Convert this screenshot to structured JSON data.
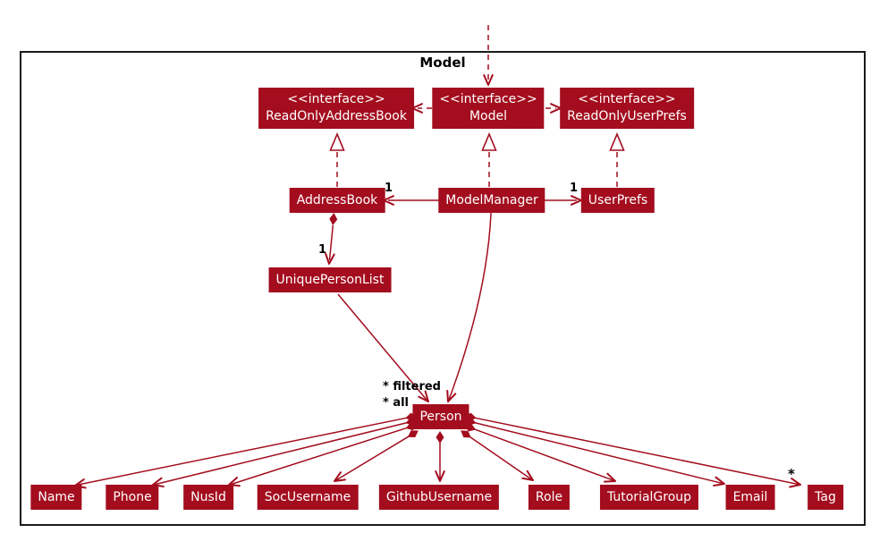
{
  "diagram": {
    "title": "Model",
    "colors": {
      "node_fill": "#A30D1E",
      "node_text": "#FFFFFF",
      "edge": "#A30D1E",
      "frame_border": "#1A1A1A",
      "label_text": "#000000",
      "background": "#FFFFFF"
    }
  },
  "nodes": {
    "read_only_address_book": {
      "stereotype": "<<interface>>",
      "name": "ReadOnlyAddressBook"
    },
    "model_interface": {
      "stereotype": "<<interface>>",
      "name": "Model"
    },
    "read_only_user_prefs": {
      "stereotype": "<<interface>>",
      "name": "ReadOnlyUserPrefs"
    },
    "address_book": {
      "name": "AddressBook"
    },
    "model_manager": {
      "name": "ModelManager"
    },
    "user_prefs": {
      "name": "UserPrefs"
    },
    "unique_person_list": {
      "name": "UniquePersonList"
    },
    "person": {
      "name": "Person"
    },
    "attributes": [
      "Name",
      "Phone",
      "NusId",
      "SocUsername",
      "GithubUsername",
      "Role",
      "TutorialGroup",
      "Email",
      "Tag"
    ]
  },
  "edge_labels": {
    "address_book_multiplicity": "1",
    "user_prefs_multiplicity": "1",
    "unique_person_list_multiplicity": "1",
    "filtered_persons": "* filtered",
    "all_persons": "* all",
    "tag_multiplicity": "*"
  }
}
